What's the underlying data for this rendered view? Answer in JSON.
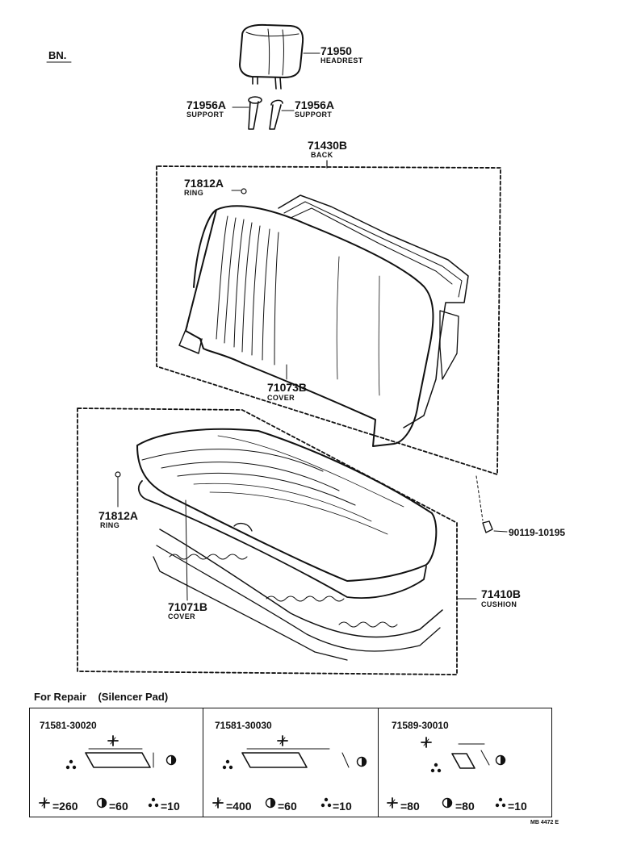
{
  "variant": "BN.",
  "parts": {
    "headrest": {
      "number": "71950",
      "name": "HEADREST"
    },
    "support_left": {
      "number": "71956A",
      "name": "SUPPORT"
    },
    "support_right": {
      "number": "71956A",
      "name": "SUPPORT"
    },
    "back": {
      "number": "71430B",
      "name": "BACK"
    },
    "ring_back": {
      "number": "71812A",
      "name": "RING"
    },
    "back_cover": {
      "number": "71073B",
      "name": "COVER"
    },
    "ring_cushion": {
      "number": "71812A",
      "name": "RING"
    },
    "bolt": {
      "number": "90119-10195"
    },
    "cushion": {
      "number": "71410B",
      "name": "CUSHION"
    },
    "cushion_cover": {
      "number": "71071B",
      "name": "COVER"
    }
  },
  "repair": {
    "title": "For Repair    (Silencer Pad)",
    "pads": [
      {
        "number": "71581-30020",
        "length": "=260",
        "thickness": "=60",
        "quantity": "=10"
      },
      {
        "number": "71581-30030",
        "length": "=400",
        "thickness": "=60",
        "quantity": "=10"
      },
      {
        "number": "71589-30010",
        "length": "=80",
        "thickness": "=80",
        "quantity": "=10"
      }
    ]
  },
  "drawing_code": "MB 4472 E",
  "icons": [
    "length-icon",
    "thickness-icon",
    "quantity-icon"
  ]
}
